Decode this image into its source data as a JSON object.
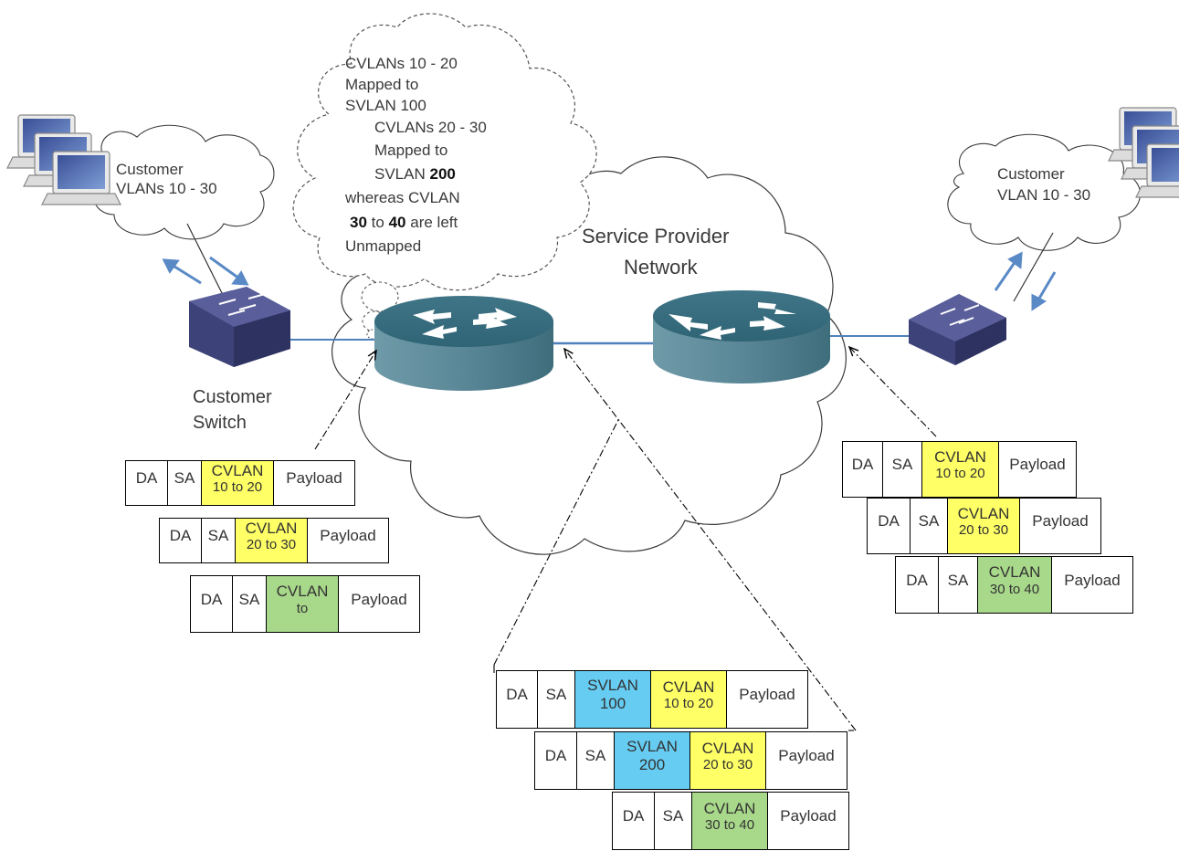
{
  "colors": {
    "cvlan_mapped": "#ffff66",
    "cvlan_unmapped": "#a8d88a",
    "svlan": "#66ccf2",
    "link": "#4f81bd",
    "router": "#4f7f90",
    "switch": "#4b4f82"
  },
  "thought_bubble": {
    "line1": "CVLANs 10 - 20",
    "line2": "Mapped to",
    "line3": "SVLAN 100",
    "line4": "CVLANs 20 - 30",
    "line5": "Mapped to",
    "line6": "SVLAN 200",
    "line7": "whereas CVLAN",
    "line8": "30 to 40 are left",
    "line9": "Unmapped"
  },
  "clouds": {
    "left_customer": {
      "line1": "Customer",
      "line2": "VLANs 10 - 30"
    },
    "right_customer": {
      "line1": "Customer",
      "line2": "VLAN 10 - 30"
    },
    "provider": {
      "line1": "Service Provider",
      "line2": "Network"
    }
  },
  "customer_switch": {
    "line1": "Customer",
    "line2": "Switch"
  },
  "frames": {
    "left": [
      {
        "da": "DA",
        "sa": "SA",
        "cvlan": "CVLAN",
        "cvlan_range": "10 to 20",
        "payload": "Payload"
      },
      {
        "da": "DA",
        "sa": "SA",
        "cvlan": "CVLAN",
        "cvlan_range": "20 to 30",
        "payload": "Payload"
      },
      {
        "da": "DA",
        "sa": "SA",
        "cvlan": "CVLAN",
        "cvlan_range": "to",
        "payload": "Payload"
      }
    ],
    "right": [
      {
        "da": "DA",
        "sa": "SA",
        "cvlan": "CVLAN",
        "cvlan_range": "10  to 20",
        "payload": "Payload"
      },
      {
        "da": "DA",
        "sa": "SA",
        "cvlan": "CVLAN",
        "cvlan_range": "20 to 30",
        "payload": "Payload"
      },
      {
        "da": "DA",
        "sa": "SA",
        "cvlan": "CVLAN",
        "cvlan_range": "30  to 40",
        "payload": "Payload"
      }
    ],
    "middle": [
      {
        "da": "DA",
        "sa": "SA",
        "svlan": "SVLAN",
        "svlan_id": "100",
        "cvlan": "CVLAN",
        "cvlan_range": "10 to 20",
        "payload": "Payload"
      },
      {
        "da": "DA",
        "sa": "SA",
        "svlan": "SVLAN",
        "svlan_id": "200",
        "cvlan": "CVLAN",
        "cvlan_range": "20 to 30",
        "payload": "Payload"
      },
      {
        "da": "DA",
        "sa": "SA",
        "cvlan": "CVLAN",
        "cvlan_range": "30 to 40",
        "payload": "Payload"
      }
    ]
  },
  "icons": [
    "laptop-stack-icon",
    "customer-switch-icon",
    "provider-router-icon",
    "arrow-icon"
  ]
}
